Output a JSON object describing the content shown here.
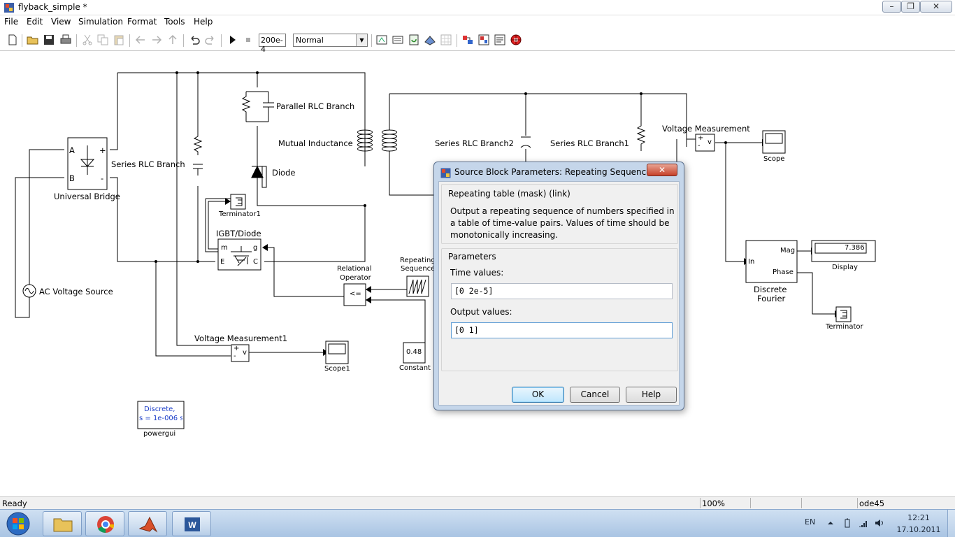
{
  "window": {
    "title": "flyback_simple *",
    "minimize": "–",
    "maximize": "❐",
    "close": "✕"
  },
  "menu": [
    "File",
    "Edit",
    "View",
    "Simulation",
    "Format",
    "Tools",
    "Help"
  ],
  "toolbar": {
    "stop_time": "200e-4",
    "sim_mode": "Normal"
  },
  "blocks": {
    "universal_bridge": {
      "label": "Universal Bridge",
      "port_a": "A",
      "port_b": "B",
      "port_plus": "+",
      "port_minus": "-"
    },
    "series_rlc": "Series RLC Branch",
    "parallel_rlc": "Parallel RLC Branch",
    "mutual_inductance": "Mutual Inductance",
    "diode": "Diode",
    "series_rlc2": "Series RLC Branch2",
    "series_rlc1": "Series RLC Branch1",
    "voltage_measurement": "Voltage Measurement",
    "scope": "Scope",
    "terminator1": "Terminator1",
    "igbt": {
      "label": "IGBT/Diode",
      "port_m": "m",
      "port_g": "g",
      "port_e": "E",
      "port_c": "C"
    },
    "relational_operator": {
      "label_1": "Relational",
      "label_2": "Operator",
      "symbol": "<="
    },
    "repeating_sequence": {
      "label_1": "Repeating",
      "label_2": "Sequence"
    },
    "ac_source": "AC Voltage Source",
    "voltage_measurement1": "Voltage Measurement1",
    "scope1": "Scope1",
    "constant": {
      "label": "Constant",
      "value": "0.48"
    },
    "discrete_fourier": {
      "label_1": "Discrete",
      "label_2": "Fourier",
      "in": "In",
      "mag": "Mag",
      "phase": "Phase"
    },
    "display": {
      "label": "Display",
      "value": "7.386"
    },
    "terminator": "Terminator",
    "powergui": {
      "label": "powergui",
      "line1": "Discrete,",
      "line2": "s = 1e-006 s"
    },
    "vm_ports": {
      "plus": "+",
      "minus": "-",
      "v": "v"
    }
  },
  "dialog": {
    "title": "Source Block Parameters: Repeating Sequence",
    "close": "✕",
    "group_title": "Repeating table (mask) (link)",
    "description": "Output a repeating sequence of numbers specified in a table of time-value pairs. Values of time should be monotonically increasing.",
    "params_title": "Parameters",
    "time_label": "Time values:",
    "time_value": "[0 2e-5]",
    "output_label": "Output values:",
    "output_value": "[0 1]",
    "ok": "OK",
    "cancel": "Cancel",
    "help": "Help"
  },
  "status": {
    "state": "Ready",
    "zoom": "100%",
    "solver": "ode45"
  },
  "taskbar": {
    "language": "EN",
    "time": "12:21",
    "date": "17.10.2011"
  }
}
